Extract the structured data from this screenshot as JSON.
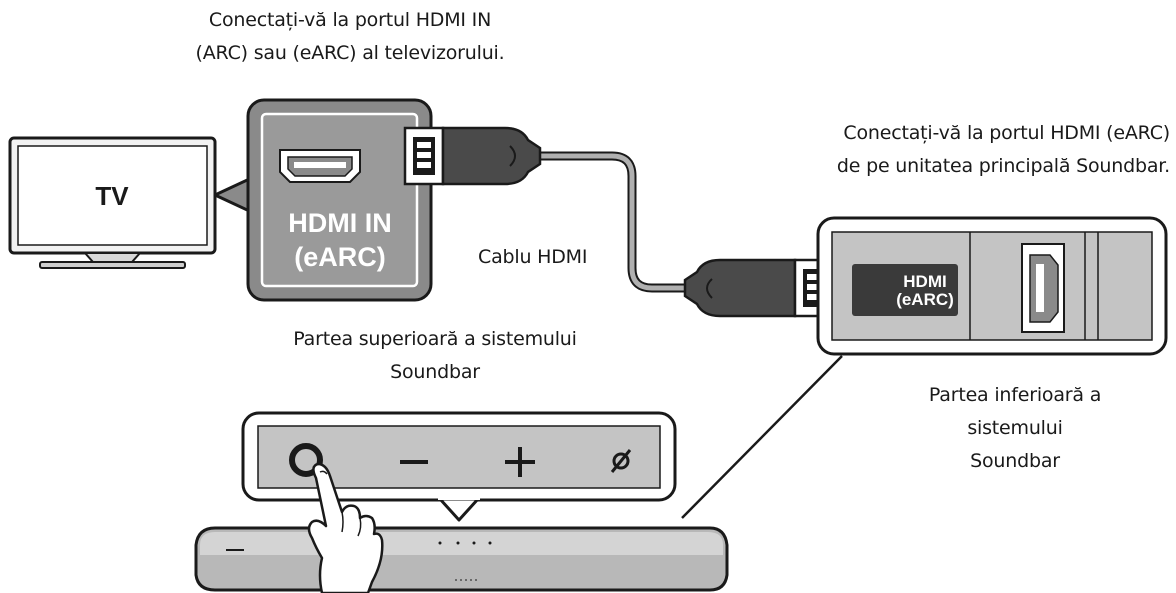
{
  "labels": {
    "top_callout": [
      "Conectați-vă la portul HDMI IN",
      "(ARC) sau (eARC) al televizorului."
    ],
    "right_callout": [
      "Conectați-vă la portul HDMI (eARC)",
      "de pe unitatea principală Soundbar."
    ],
    "cable": "Cablu HDMI",
    "soundbar_top": [
      "Partea superioară a sistemului",
      "Soundbar"
    ],
    "soundbar_bottom": [
      "Partea inferioară a",
      "sistemului",
      "Soundbar"
    ]
  },
  "tv": {
    "label": "TV",
    "port_label": [
      "HDMI IN",
      "(eARC)"
    ]
  },
  "soundbar_port": {
    "label": [
      "HDMI",
      "(eARC)"
    ]
  },
  "controls": {
    "buttons": [
      {
        "name": "power",
        "glyph": "O"
      },
      {
        "name": "volume-down",
        "glyph": "−"
      },
      {
        "name": "volume-up",
        "glyph": "+"
      },
      {
        "name": "mic-off",
        "glyph": "⌀"
      }
    ]
  },
  "colors": {
    "ink": "#1a1a1a",
    "panel_gray": "#8a8a8a",
    "panel_light": "#c4c4c4",
    "cable_gray": "#8c8c8c",
    "connector_dark": "#4a4a4a"
  }
}
